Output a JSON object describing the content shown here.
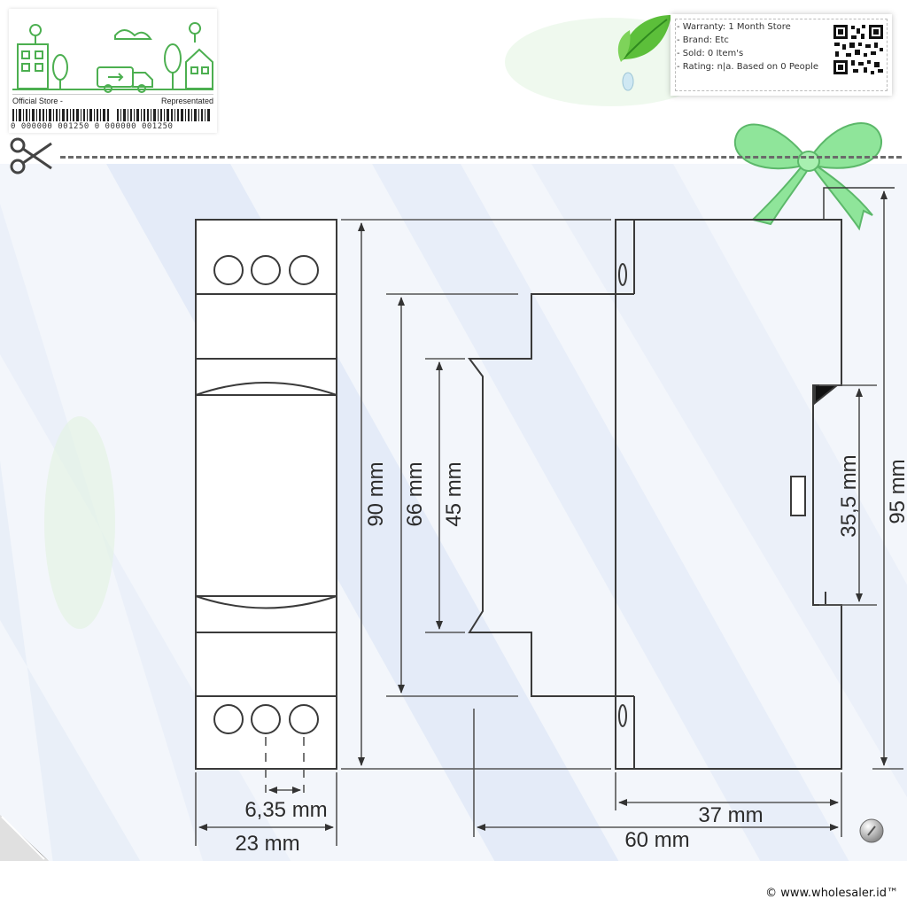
{
  "store": {
    "left_label": "Official Store -",
    "right_label": "Representated",
    "barcode_text": "0 000000 001250 0 000000 001250"
  },
  "info": {
    "items": [
      "- Warranty: 1 Month Store",
      "- Brand: Etc",
      "- Sold: 0 Item's",
      "- Rating: n|a. Based on 0 People"
    ]
  },
  "dimensions": {
    "height_total": "90 mm",
    "height_mid": "66 mm",
    "height_inner": "45 mm",
    "rail_height": "35,5 mm",
    "overall_height": "95 mm",
    "pitch": "6,35 mm",
    "width": "23 mm",
    "depth_rail": "37 mm",
    "depth_total": "60 mm"
  },
  "footer": {
    "copyright": "© www.wholesaler.id™"
  },
  "colors": {
    "accent_green": "#4caf50",
    "drawing_line": "#3a3a3a",
    "dim_line": "#555555"
  }
}
